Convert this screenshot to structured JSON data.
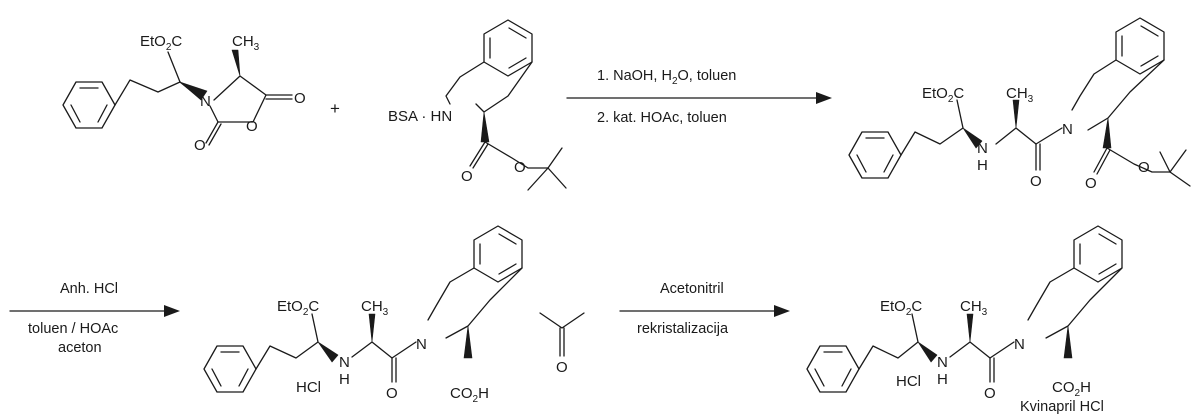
{
  "atoms": {
    "eto2c_main": "EtO",
    "eto2c_c": "C",
    "two": "2",
    "three": "3",
    "ch3_ch": "CH",
    "n": "N",
    "nh_n": "N",
    "nh_h": "H",
    "o": "O",
    "bsa_hn": "BSA · HN",
    "hcl": "HCl",
    "co2h_co": "CO",
    "co2h_h": "H"
  },
  "reagents": {
    "plus": "+",
    "step1_line1": "1. NaOH, H",
    "step1_line1_sub": "2",
    "step1_line1_tail": "O, toluen",
    "step1_line2": "2. kat. HOAc, toluen",
    "step2_line1": "Anh. HCl",
    "step2_line2": "toluen  / HOAc",
    "step2_line3": "aceton",
    "step3_line1": "Acetonitril",
    "step3_line2": "rekristalizacija"
  },
  "product_label": "Kvinapril HCl"
}
